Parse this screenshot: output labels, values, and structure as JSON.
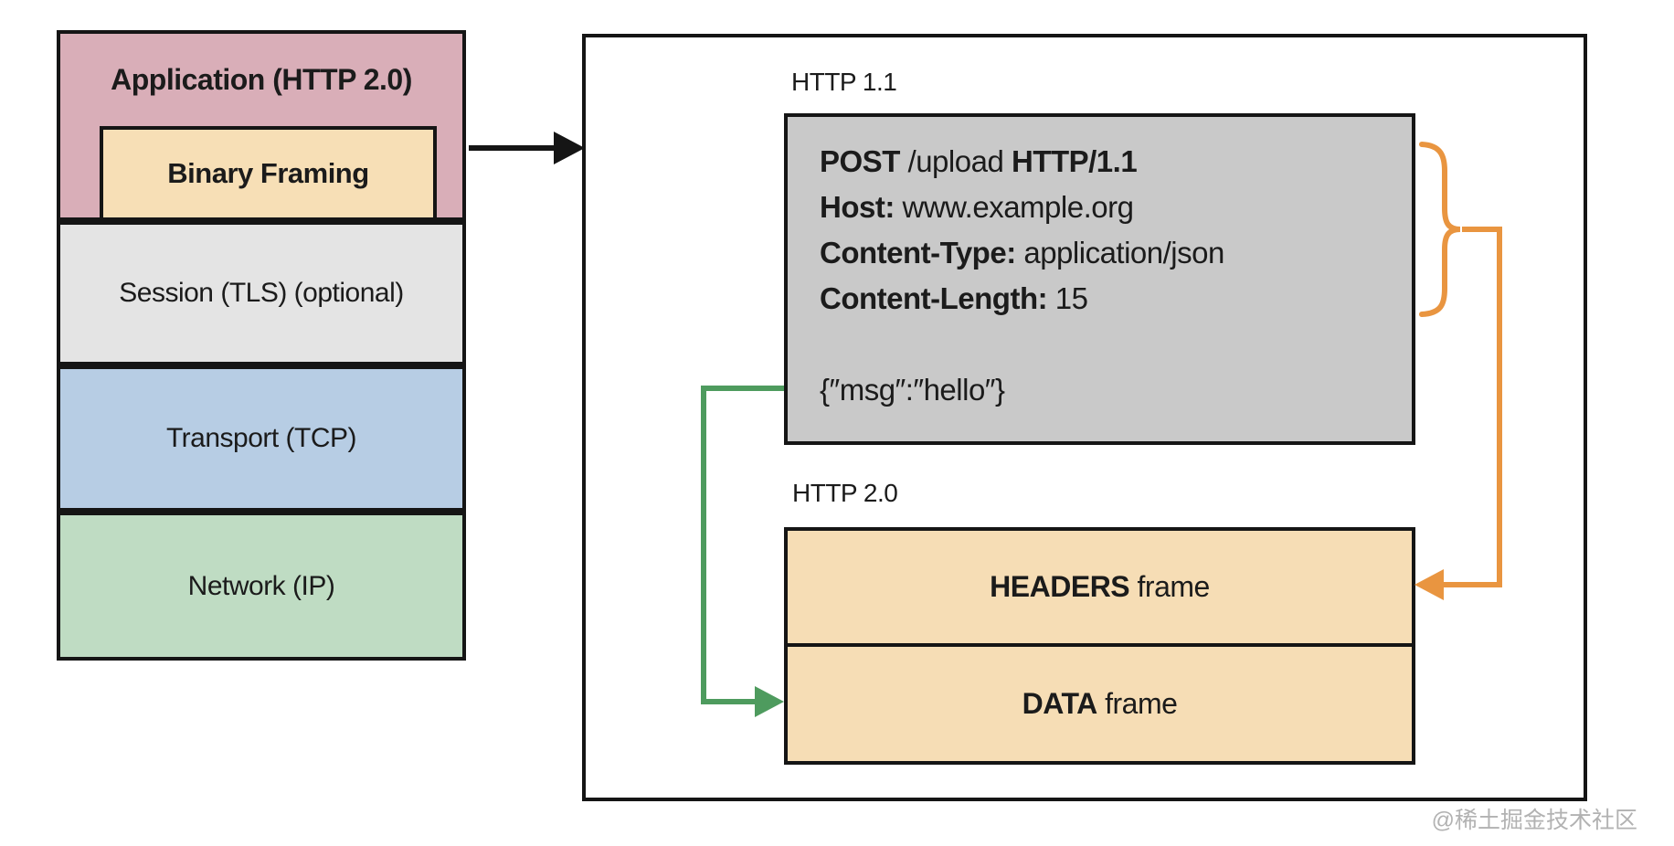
{
  "stack": {
    "layers": [
      {
        "id": "application",
        "label": "Application (HTTP 2.0)"
      },
      {
        "id": "binary-framing",
        "label": "Binary Framing"
      },
      {
        "id": "session",
        "label": "Session (TLS) (optional)"
      },
      {
        "id": "transport",
        "label": "Transport (TCP)"
      },
      {
        "id": "network",
        "label": "Network (IP)"
      }
    ]
  },
  "panel": {
    "http11_label": "HTTP 1.1",
    "http20_label": "HTTP 2.0",
    "request": {
      "lines": [
        {
          "segments": [
            {
              "text": "POST"
            },
            {
              "text": " /upload "
            },
            {
              "text": "HTTP/1.1"
            }
          ]
        },
        {
          "segments": [
            {
              "text": "Host:"
            },
            {
              "text": " www.example.org"
            }
          ]
        },
        {
          "segments": [
            {
              "text": "Content-Type:"
            },
            {
              "text": " application/json"
            }
          ]
        },
        {
          "segments": [
            {
              "text": "Content-Length:"
            },
            {
              "text": " 15"
            }
          ]
        }
      ],
      "body": "{″msg″:″hello″}"
    },
    "frames": [
      {
        "bold": "HEADERS",
        "rest": " frame"
      },
      {
        "bold": "DATA",
        "rest": " frame"
      }
    ]
  },
  "icons": {
    "flow_arrow": "black right arrow from stack to panel",
    "headers_brace": "orange curly brace grouping request headers",
    "headers_arrow": "orange elbow arrow into HEADERS frame",
    "data_arrow": "green elbow arrow from body into DATA frame"
  },
  "colors": {
    "application_layer": "#d9aeb8",
    "binary_framing": "#f7dfb6",
    "session_layer": "#e4e4e4",
    "transport_layer": "#b7cde4",
    "network_layer": "#bfdcc3",
    "request_box": "#c9c9c9",
    "frame_box": "#f6ddb5",
    "border": "#151515",
    "green_arrow": "#4e9b5e",
    "orange_arrow": "#e99540",
    "watermark": "#b2b2b2"
  },
  "watermark": "@稀土掘金技术社区"
}
